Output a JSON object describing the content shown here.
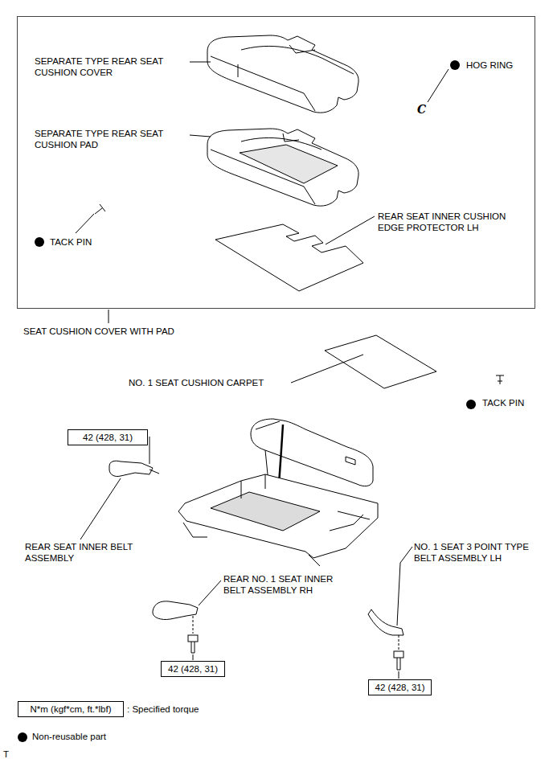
{
  "diagram": {
    "nodes": [
      {
        "text": [
          "SEAT CUSHION COVER WITH PAD"
        ]
      },
      {
        "text": [
          "42 (428, 31)"
        ]
      },
      {
        "text": [
          "42 (428, 31)"
        ]
      },
      {
        "text": [
          "42 (428, 31)"
        ]
      },
      {
        "text": [
          "N*m (kgf*cm, ft.*lbf)"
        ]
      }
    ],
    "labels": [
      "SEPARATE TYPE REAR SEAT CUSHION COVER",
      "HOG RING",
      "C",
      "SEPARATE TYPE REAR SEAT CUSHION PAD",
      "TACK PIN",
      "REAR SEAT INNER CUSHION EDGE PROTECTOR LH",
      "NO. 1 SEAT CUSHION CARPET",
      "TACK PIN",
      "REAR SEAT INNER BELT ASSEMBLY",
      "NO. 1 SEAT 3 POINT TYPE BELT ASSEMBLY LH",
      "REAR NO. 1 SEAT INNER BELT ASSEMBLY RH",
      "T"
    ],
    "legend": [
      {
        "text": ": Specified torque"
      },
      {
        "text": "Non-reusable part",
        "color": "#000000"
      }
    ]
  }
}
